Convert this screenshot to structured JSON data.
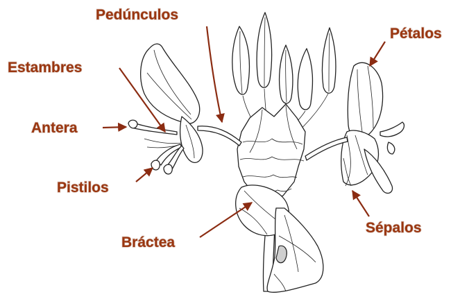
{
  "labels": {
    "pedunculos": "Pedúnculos",
    "petalos": "Pétalos",
    "estambres": "Estambres",
    "antera": "Antera",
    "pistilos": "Pistilos",
    "bractea": "Bráctea",
    "sepalos": "Sépalos"
  },
  "colors": {
    "label": "#9a3610",
    "arrow": "#8b2c12",
    "drawing": "#222222"
  }
}
